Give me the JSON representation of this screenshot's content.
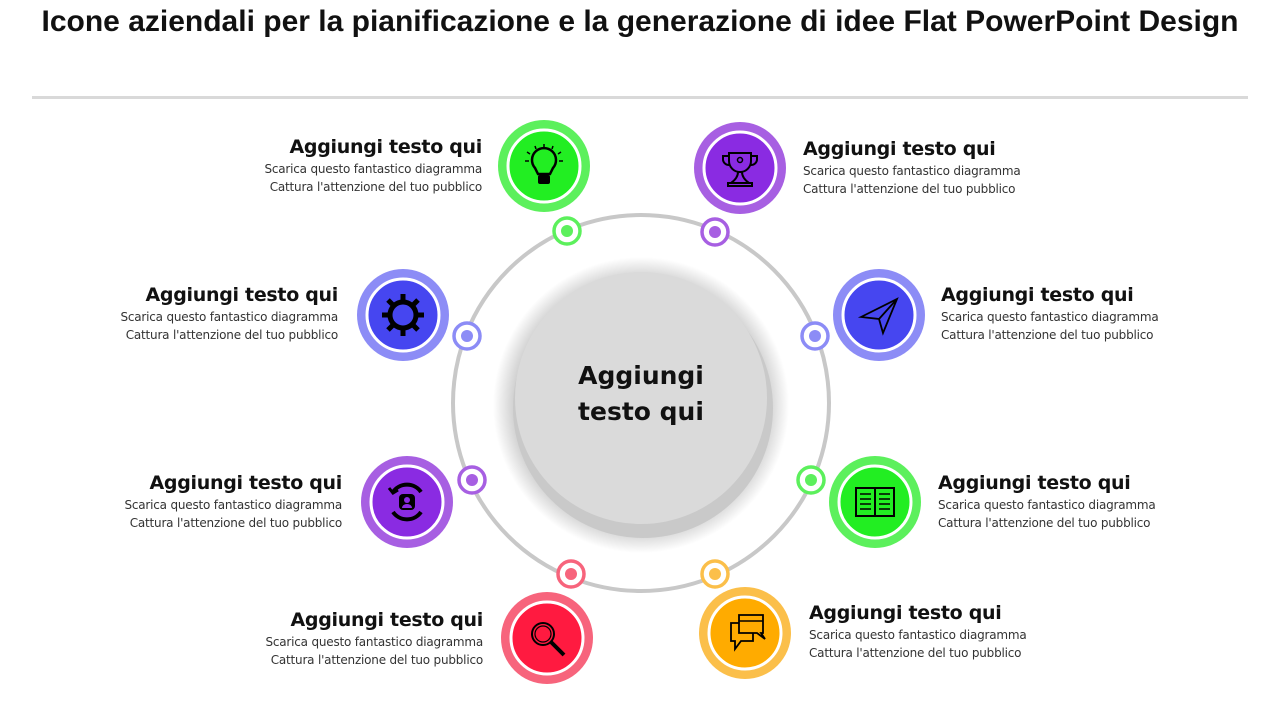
{
  "title": "Icone aziendali per la pianificazione e la generazione di idee Flat PowerPoint Design",
  "center_label": "Aggiungi testo qui",
  "items": [
    {
      "icon": "lightbulb-icon",
      "color": "#22ee22",
      "outer": "#5cf05c",
      "title": "Aggiungi testo qui",
      "line1": "Scarica questo fantastico diagramma",
      "line2": "Cattura l'attenzione del tuo pubblico"
    },
    {
      "icon": "trophy-icon",
      "color": "#8a2be2",
      "outer": "#a75fe2",
      "title": "Aggiungi testo qui",
      "line1": "Scarica questo fantastico diagramma",
      "line2": "Cattura l'attenzione del tuo pubblico"
    },
    {
      "icon": "gear-icon",
      "color": "#4646f0",
      "outer": "#8c8cf6",
      "title": "Aggiungi testo qui",
      "line1": "Scarica questo fantastico diagramma",
      "line2": "Cattura l'attenzione del tuo pubblico"
    },
    {
      "icon": "paper-plane-icon",
      "color": "#4646f0",
      "outer": "#8c8cf6",
      "title": "Aggiungi testo qui",
      "line1": "Scarica questo fantastico diagramma",
      "line2": "Cattura l'attenzione del tuo pubblico"
    },
    {
      "icon": "user-lock-cycle-icon",
      "color": "#8a2be2",
      "outer": "#a75fe2",
      "title": "Aggiungi testo qui",
      "line1": "Scarica questo fantastico diagramma",
      "line2": "Cattura l'attenzione del tuo pubblico"
    },
    {
      "icon": "book-icon",
      "color": "#22ee22",
      "outer": "#5cf05c",
      "title": "Aggiungi testo qui",
      "line1": "Scarica questo fantastico diagramma",
      "line2": "Cattura l'attenzione del tuo pubblico"
    },
    {
      "icon": "search-icon",
      "color": "#ff1a40",
      "outer": "#f7647c",
      "title": "Aggiungi testo qui",
      "line1": "Scarica questo fantastico diagramma",
      "line2": "Cattura l'attenzione del tuo pubblico"
    },
    {
      "icon": "chat-bubbles-icon",
      "color": "#ffab00",
      "outer": "#fbbf4a",
      "title": "Aggiungi testo qui",
      "line1": "Scarica questo fantastico diagramma",
      "line2": "Cattura l'attenzione del tuo pubblico"
    }
  ]
}
